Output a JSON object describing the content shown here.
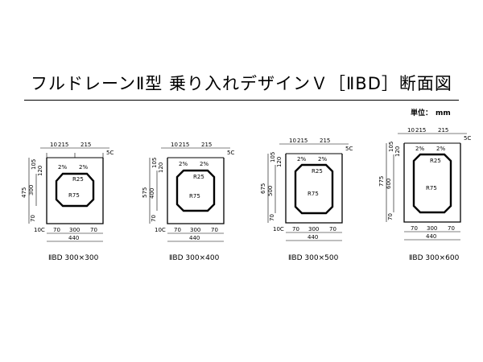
{
  "title": "フルドレーンⅡ型 乗り入れデザインＶ［ⅡBD］断面図",
  "unit": {
    "label": "単位：",
    "value": "mm"
  },
  "common": {
    "top_dims": [
      "10",
      "215",
      "215"
    ],
    "bottom_dims": [
      "70",
      "300",
      "70"
    ],
    "overall_width": "440",
    "slope_left": "2%",
    "slope_right": "2%",
    "corner_label": "5C",
    "bottom_chamfer": "10C",
    "base_height": "70",
    "inner_radius_top": "R25",
    "inner_radius_bottom": "R75",
    "left_top_dims": [
      "105",
      "120"
    ]
  },
  "sections": [
    {
      "id": "300x300",
      "label": "ⅡBD 300×300",
      "total_height": "475",
      "inner_height": "300"
    },
    {
      "id": "300x400",
      "label": "ⅡBD 300×400",
      "total_height": "575",
      "inner_height": "400"
    },
    {
      "id": "300x500",
      "label": "ⅡBD 300×500",
      "total_height": "675",
      "inner_height": "500"
    },
    {
      "id": "300x600",
      "label": "ⅡBD 300×600",
      "total_height": "775",
      "inner_height": "600"
    }
  ]
}
